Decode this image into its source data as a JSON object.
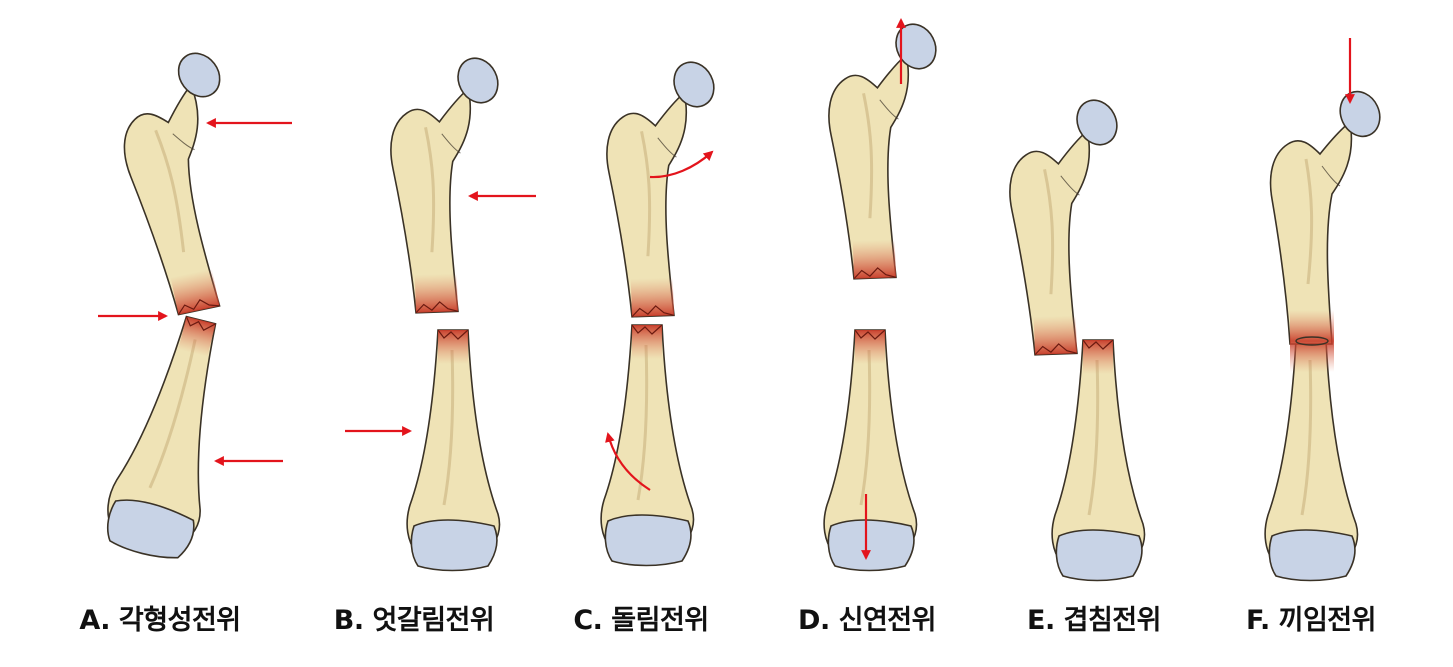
{
  "colors": {
    "bone_fill": "#efe3b6",
    "bone_stroke": "#3a3226",
    "cartilage": "#c8d3e6",
    "fracture": "#d94a34",
    "arrow": "#e3141c"
  },
  "panels": [
    {
      "id": "A",
      "caption": "A. 각형성전위"
    },
    {
      "id": "B",
      "caption": "B. 엇갈림전위"
    },
    {
      "id": "C",
      "caption": "C. 돌림전위"
    },
    {
      "id": "D",
      "caption": "D. 신연전위"
    },
    {
      "id": "E",
      "caption": "E. 겹침전위"
    },
    {
      "id": "F",
      "caption": "F. 끼임전위"
    }
  ]
}
